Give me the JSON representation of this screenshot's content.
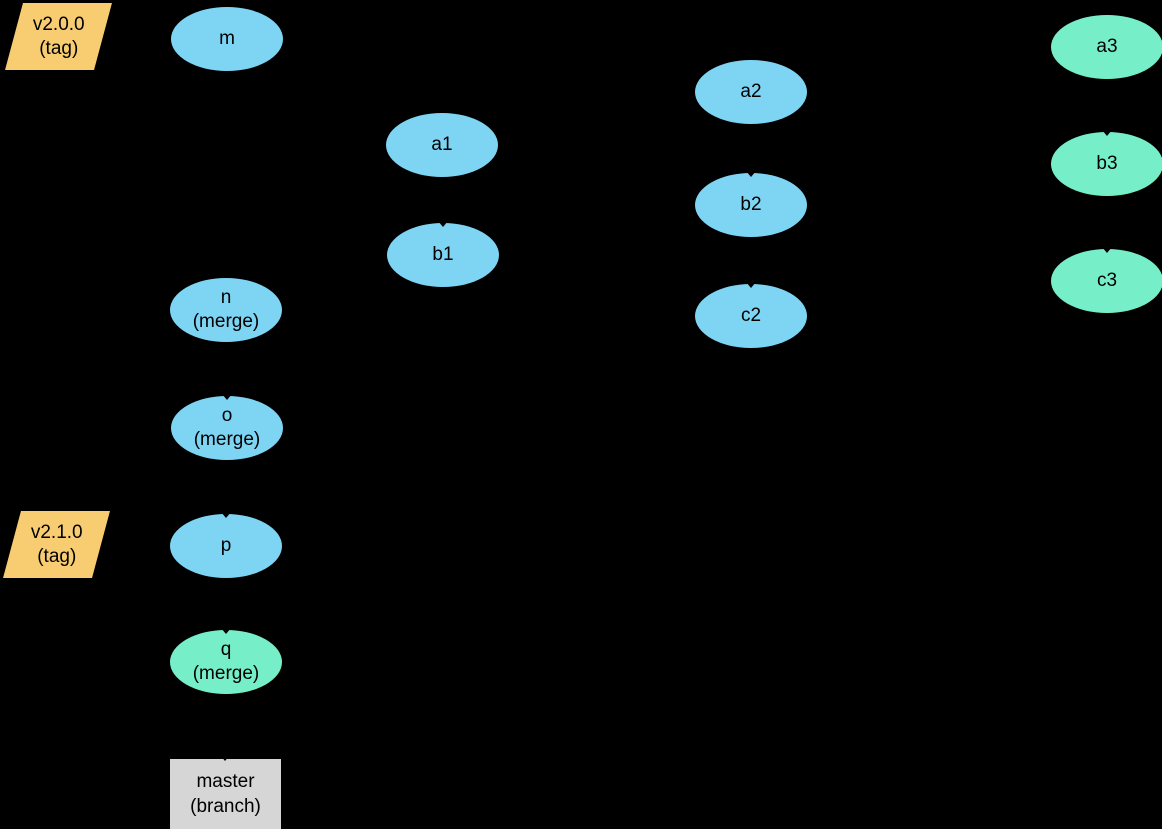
{
  "diagram_type": "git-commit-graph",
  "colors": {
    "background": "#000000",
    "commit_fill": "#7DD4F3",
    "head_fill": "#76EFC9",
    "tag_fill": "#F8CD72",
    "branch_fill": "#D6D6D6",
    "text": "#000000"
  },
  "commits": {
    "m": {
      "label": "m"
    },
    "a1": {
      "label": "a1"
    },
    "b1": {
      "label": "b1"
    },
    "n": {
      "label": "n",
      "sublabel": "(merge)"
    },
    "o": {
      "label": "o",
      "sublabel": "(merge)"
    },
    "p": {
      "label": "p"
    },
    "q": {
      "label": "q",
      "sublabel": "(merge)"
    },
    "a2": {
      "label": "a2"
    },
    "b2": {
      "label": "b2"
    },
    "c2": {
      "label": "c2"
    },
    "a3": {
      "label": "a3"
    },
    "b3": {
      "label": "b3"
    },
    "c3": {
      "label": "c3"
    }
  },
  "tags": {
    "v200": {
      "label": "v2.0.0",
      "sublabel": "(tag)"
    },
    "v210": {
      "label": "v2.1.0",
      "sublabel": "(tag)"
    }
  },
  "branch": {
    "label": "master",
    "sublabel": "(branch)"
  }
}
